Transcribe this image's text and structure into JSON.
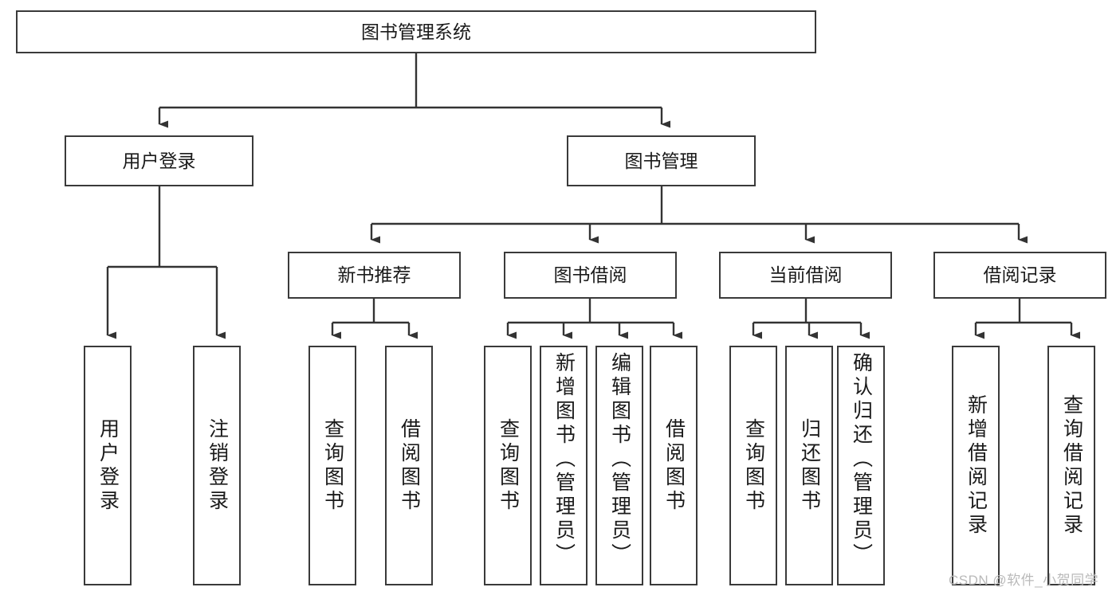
{
  "diagram": {
    "title": "图书管理系统",
    "type": "tree-hierarchy-chart",
    "root": {
      "label": "图书管理系统"
    },
    "level2": [
      {
        "label": "用户登录"
      },
      {
        "label": "图书管理"
      }
    ],
    "level3": [
      {
        "label": "新书推荐"
      },
      {
        "label": "图书借阅"
      },
      {
        "label": "当前借阅"
      },
      {
        "label": "借阅记录"
      }
    ],
    "leaves": {
      "user_login": [
        {
          "label": "用户登录"
        },
        {
          "label": "注销登录"
        }
      ],
      "new_book_recommend": [
        {
          "label": "查询图书"
        },
        {
          "label": "借阅图书"
        }
      ],
      "book_borrow": [
        {
          "label": "查询图书"
        },
        {
          "label": "新增图书（管理员）"
        },
        {
          "label": "编辑图书（管理员）"
        },
        {
          "label": "借阅图书"
        }
      ],
      "current_borrow": [
        {
          "label": "查询图书"
        },
        {
          "label": "归还图书"
        },
        {
          "label": "确认归还（管理员）"
        }
      ],
      "borrow_record": [
        {
          "label": "新增借阅记录"
        },
        {
          "label": "查询借阅记录"
        }
      ]
    }
  },
  "watermark": {
    "text": "CSDN @软件_小贺同学"
  },
  "colors": {
    "box_border": "#3a3a3a",
    "line": "#333333",
    "text": "#1a1a1a",
    "background": "#ffffff",
    "watermark": "#b9b9b9"
  }
}
